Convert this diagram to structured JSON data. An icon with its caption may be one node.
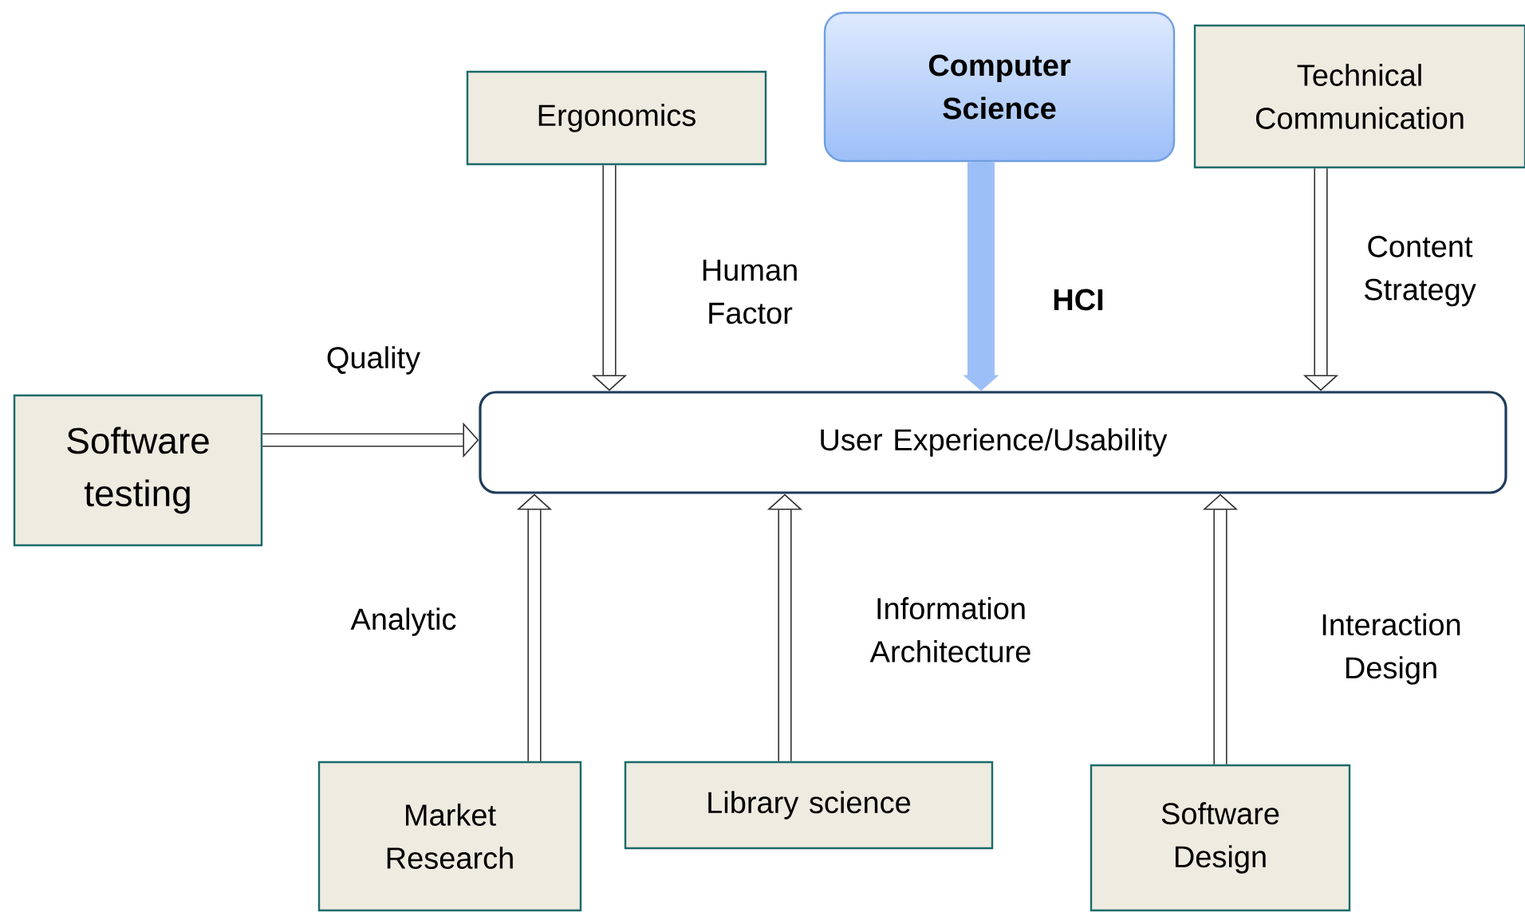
{
  "diagram": {
    "nodes": [
      {
        "text": [
          "Ergonomics"
        ]
      },
      {
        "text": [
          "Computer Science"
        ]
      },
      {
        "text": [
          "Technical Communication"
        ]
      },
      {
        "text": [
          "Software testing"
        ]
      },
      {
        "text": [
          "User Experience/Usability"
        ]
      },
      {
        "text": [
          "Market Research"
        ]
      },
      {
        "text": [
          "Library science"
        ]
      },
      {
        "text": [
          "Software Design"
        ]
      }
    ],
    "edges": [
      {
        "from": 0,
        "to": 4,
        "arrow": "to",
        "label": "Human Factor"
      },
      {
        "from": 1,
        "to": 4,
        "arrow": "to",
        "label": "HCI",
        "style": "thick",
        "color": "#9dbff8"
      },
      {
        "from": 2,
        "to": 4,
        "arrow": "to",
        "label": "Content Strategy"
      },
      {
        "from": 3,
        "to": 4,
        "arrow": "to",
        "label": "Quality"
      },
      {
        "from": 5,
        "to": 4,
        "arrow": "to",
        "label": "Analytic"
      },
      {
        "from": 6,
        "to": 4,
        "arrow": "to",
        "label": "Information Architecture"
      },
      {
        "from": 7,
        "to": 4,
        "arrow": "to",
        "label": "Interaction Design"
      }
    ]
  }
}
